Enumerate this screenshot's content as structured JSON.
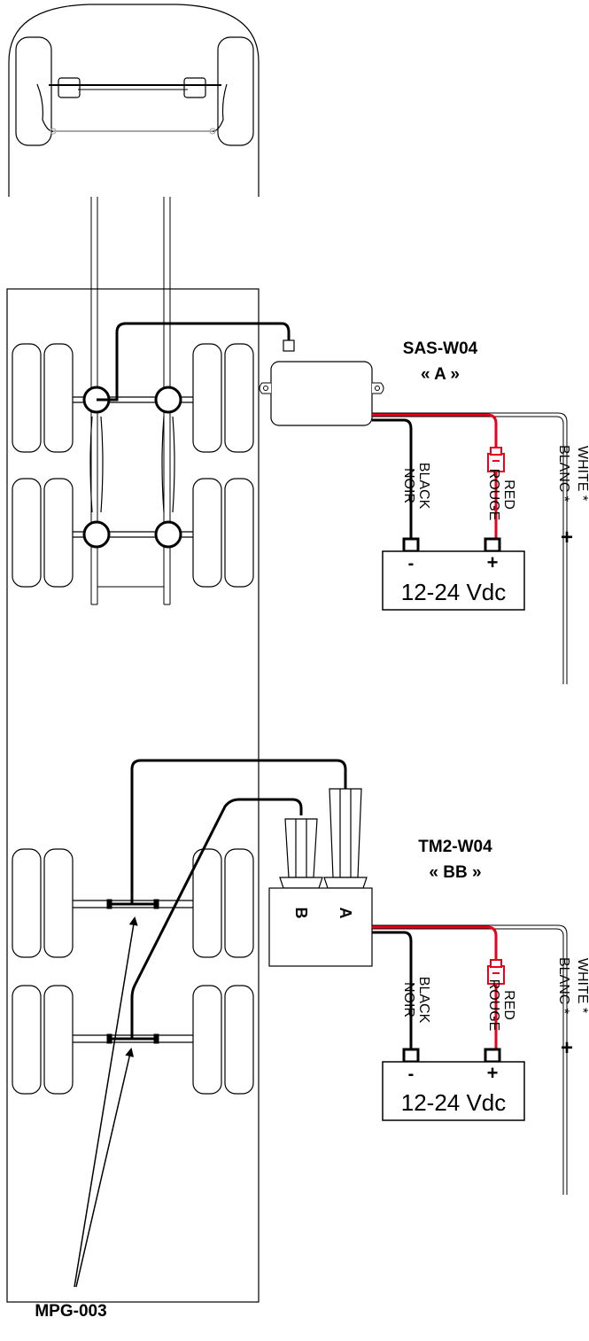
{
  "colors": {
    "line": "#000000",
    "red_wire": "#e8001c",
    "grey": "#a8a8a8",
    "background": "#ffffff"
  },
  "top_unit": {
    "model": "SAS-W04",
    "designation": "« A »",
    "wires": {
      "black": "BLACK",
      "noir": "NOIR",
      "red": "RED",
      "rouge": "ROUGE",
      "white": "WHITE *",
      "blanc": "BLANC *"
    },
    "battery": {
      "voltage": "12-24 Vdc",
      "minus": "-",
      "plus": "+"
    },
    "white_plus": "+"
  },
  "bottom_unit": {
    "model": "TM2-W04",
    "designation": "« BB »",
    "port_b": "B",
    "port_a": "A",
    "wires": {
      "black": "BLACK",
      "noir": "NOIR",
      "red": "RED",
      "rouge": "ROUGE",
      "white": "WHITE *",
      "blanc": "BLANC *"
    },
    "battery": {
      "voltage": "12-24 Vdc",
      "minus": "-",
      "plus": "+"
    },
    "white_plus": "+"
  },
  "sensor_label": "MPG-003",
  "icons": [
    "truck-cab-icon",
    "fuse-icon",
    "battery-icon",
    "tire-icon",
    "pressure-gauge-icon",
    "connector-icon"
  ]
}
